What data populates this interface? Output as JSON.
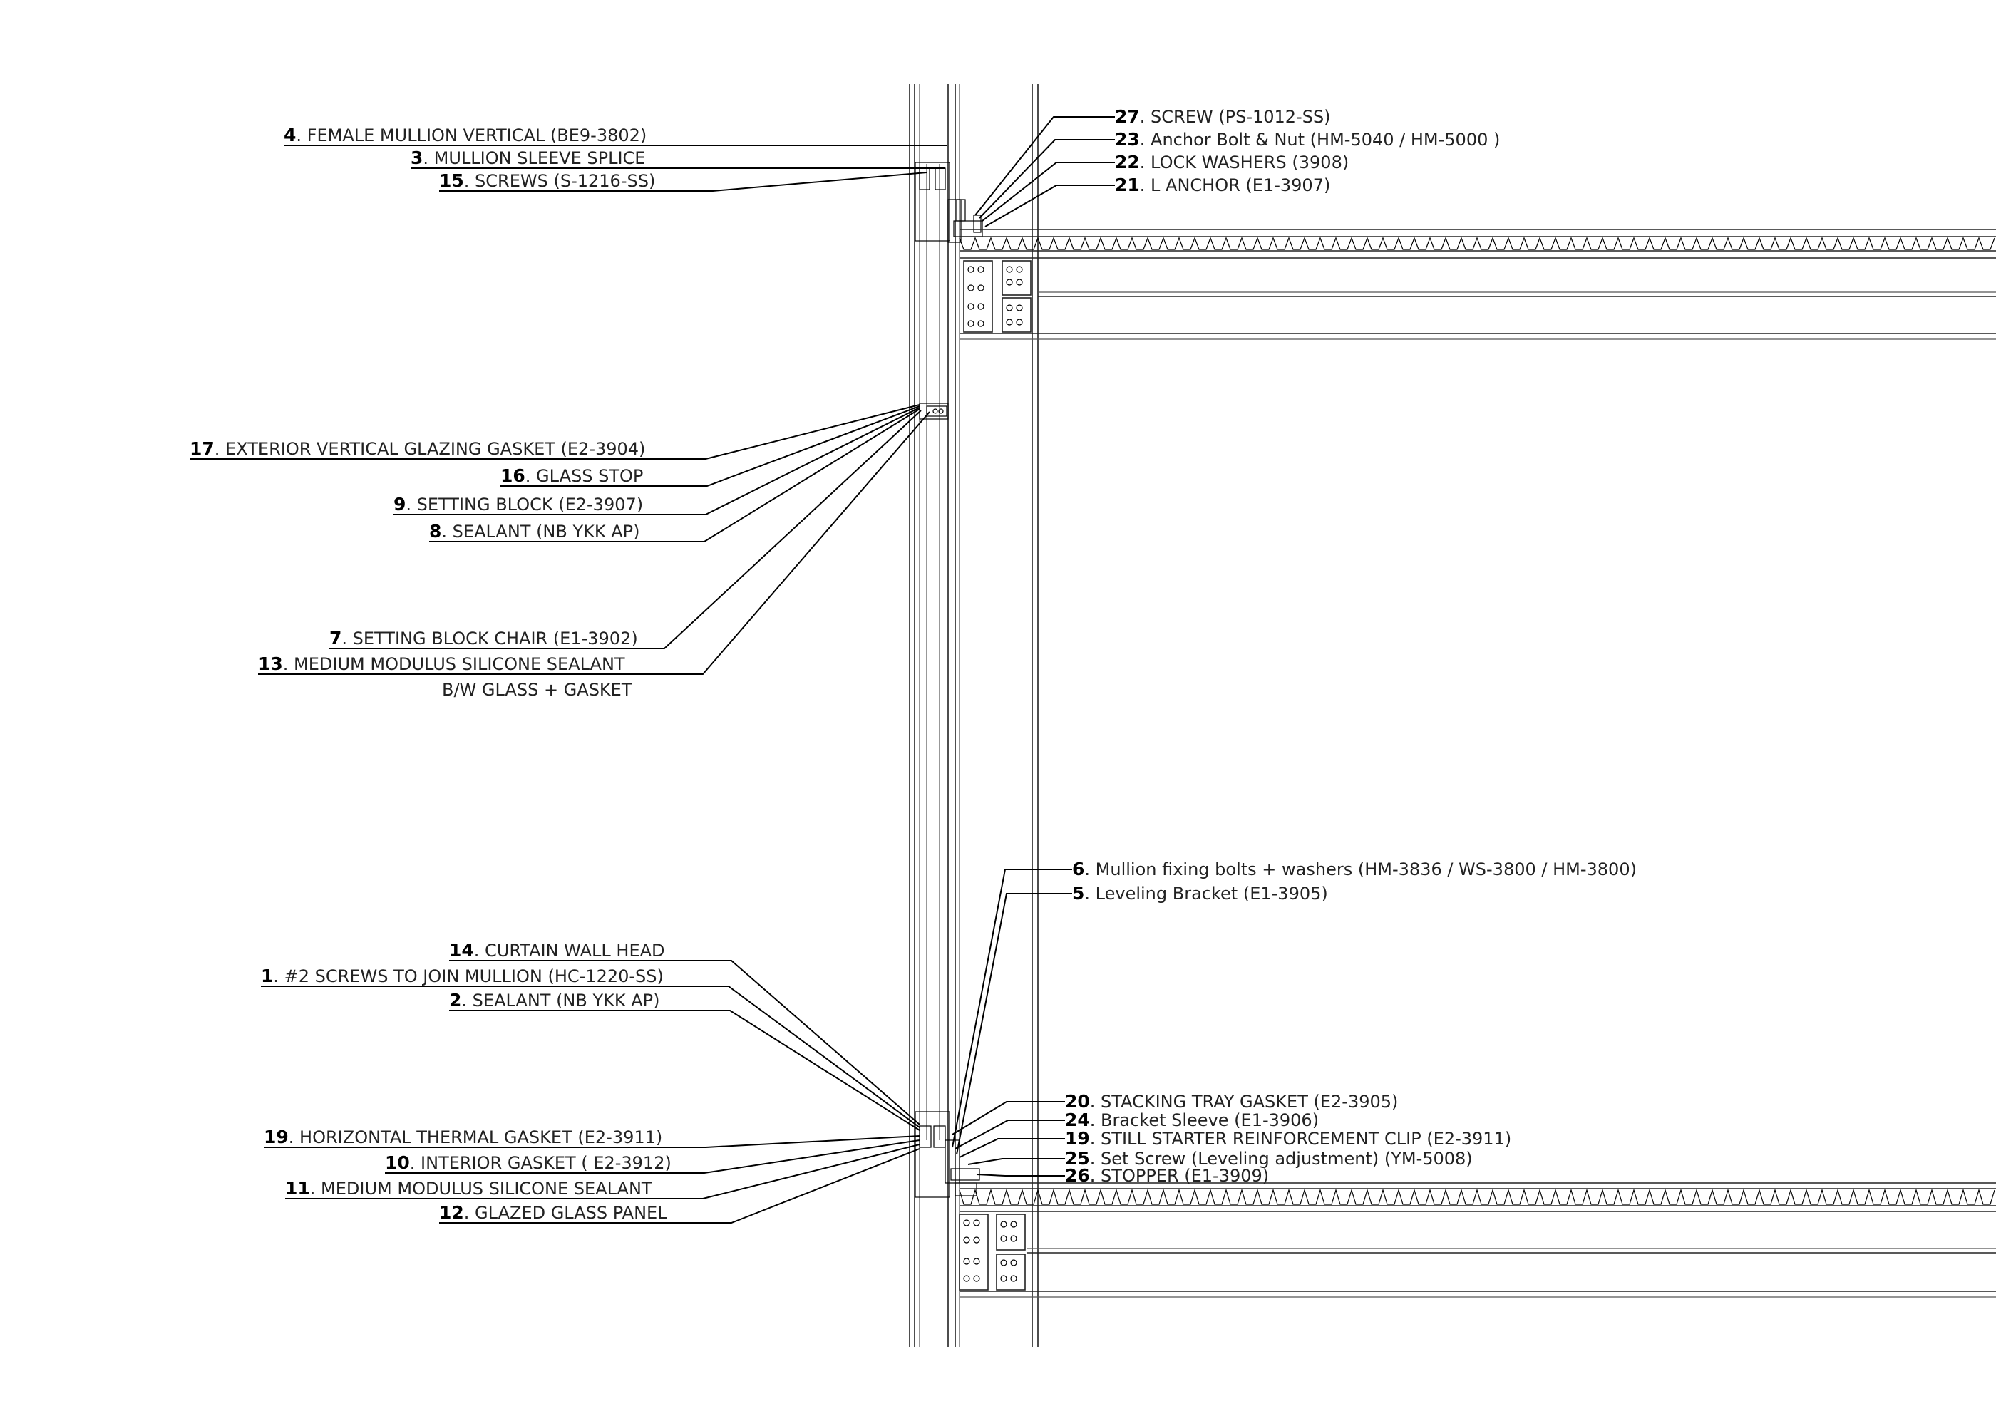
{
  "labels_left_top": [
    {
      "num": "4",
      "text": ". FEMALE MULLION VERTICAL (BE9-3802)"
    },
    {
      "num": "3",
      "text": ". MULLION SLEEVE SPLICE"
    },
    {
      "num": "15",
      "text": ". SCREWS (S-1216-SS)"
    }
  ],
  "labels_left_mid": [
    {
      "num": "17",
      "text": ". EXTERIOR VERTICAL GLAZING GASKET (E2-3904)"
    },
    {
      "num": "16",
      "text": ". GLASS STOP"
    },
    {
      "num": "9",
      "text": ". SETTING BLOCK (E2-3907)"
    },
    {
      "num": "8",
      "text": ". SEALANT (NB YKK AP)"
    },
    {
      "num": "7",
      "text": ". SETTING BLOCK CHAIR (E1-3902)"
    },
    {
      "num": "13",
      "text": ". MEDIUM MODULUS SILICONE SEALANT"
    }
  ],
  "label_13_line2": "B/W GLASS + GASKET",
  "labels_left_bottom": [
    {
      "num": "14",
      "text": ". CURTAIN WALL HEAD"
    },
    {
      "num": "1",
      "text": ". #2 SCREWS TO JOIN MULLION (HC-1220-SS)"
    },
    {
      "num": "2",
      "text": ". SEALANT (NB YKK AP)"
    },
    {
      "num": "19",
      "text": ". HORIZONTAL THERMAL GASKET (E2-3911)"
    },
    {
      "num": "10",
      "text": ". INTERIOR GASKET ( E2-3912)"
    },
    {
      "num": "11",
      "text": ". MEDIUM MODULUS SILICONE SEALANT"
    },
    {
      "num": "12",
      "text": ". GLAZED GLASS PANEL"
    }
  ],
  "labels_right_top": [
    {
      "num": "27",
      "text": ".  SCREW (PS-1012-SS)"
    },
    {
      "num": "23",
      "text": ". Anchor Bolt & Nut (HM-5040 / HM-5000 )"
    },
    {
      "num": "22",
      "text": ". LOCK WASHERS (3908)"
    },
    {
      "num": "21",
      "text": ". L ANCHOR (E1-3907)"
    }
  ],
  "labels_right_mid": [
    {
      "num": "6",
      "text": ". Mullion fixing bolts + washers (HM-3836 / WS-3800 / HM-3800)"
    },
    {
      "num": "5",
      "text": ". Leveling Bracket (E1-3905)"
    }
  ],
  "labels_right_bottom": [
    {
      "num": "20",
      "text": ". STACKING TRAY GASKET (E2-3905)"
    },
    {
      "num": "24",
      "text": ". Bracket Sleeve (E1-3906)"
    },
    {
      "num": "19",
      "text": ". STILL STARTER REINFORCEMENT CLIP (E2-3911)"
    },
    {
      "num": "25",
      "text": ". Set Screw (Leveling adjustment) (YM-5008)"
    },
    {
      "num": "26",
      "text": ".  STOPPER (E1-3909)"
    }
  ]
}
